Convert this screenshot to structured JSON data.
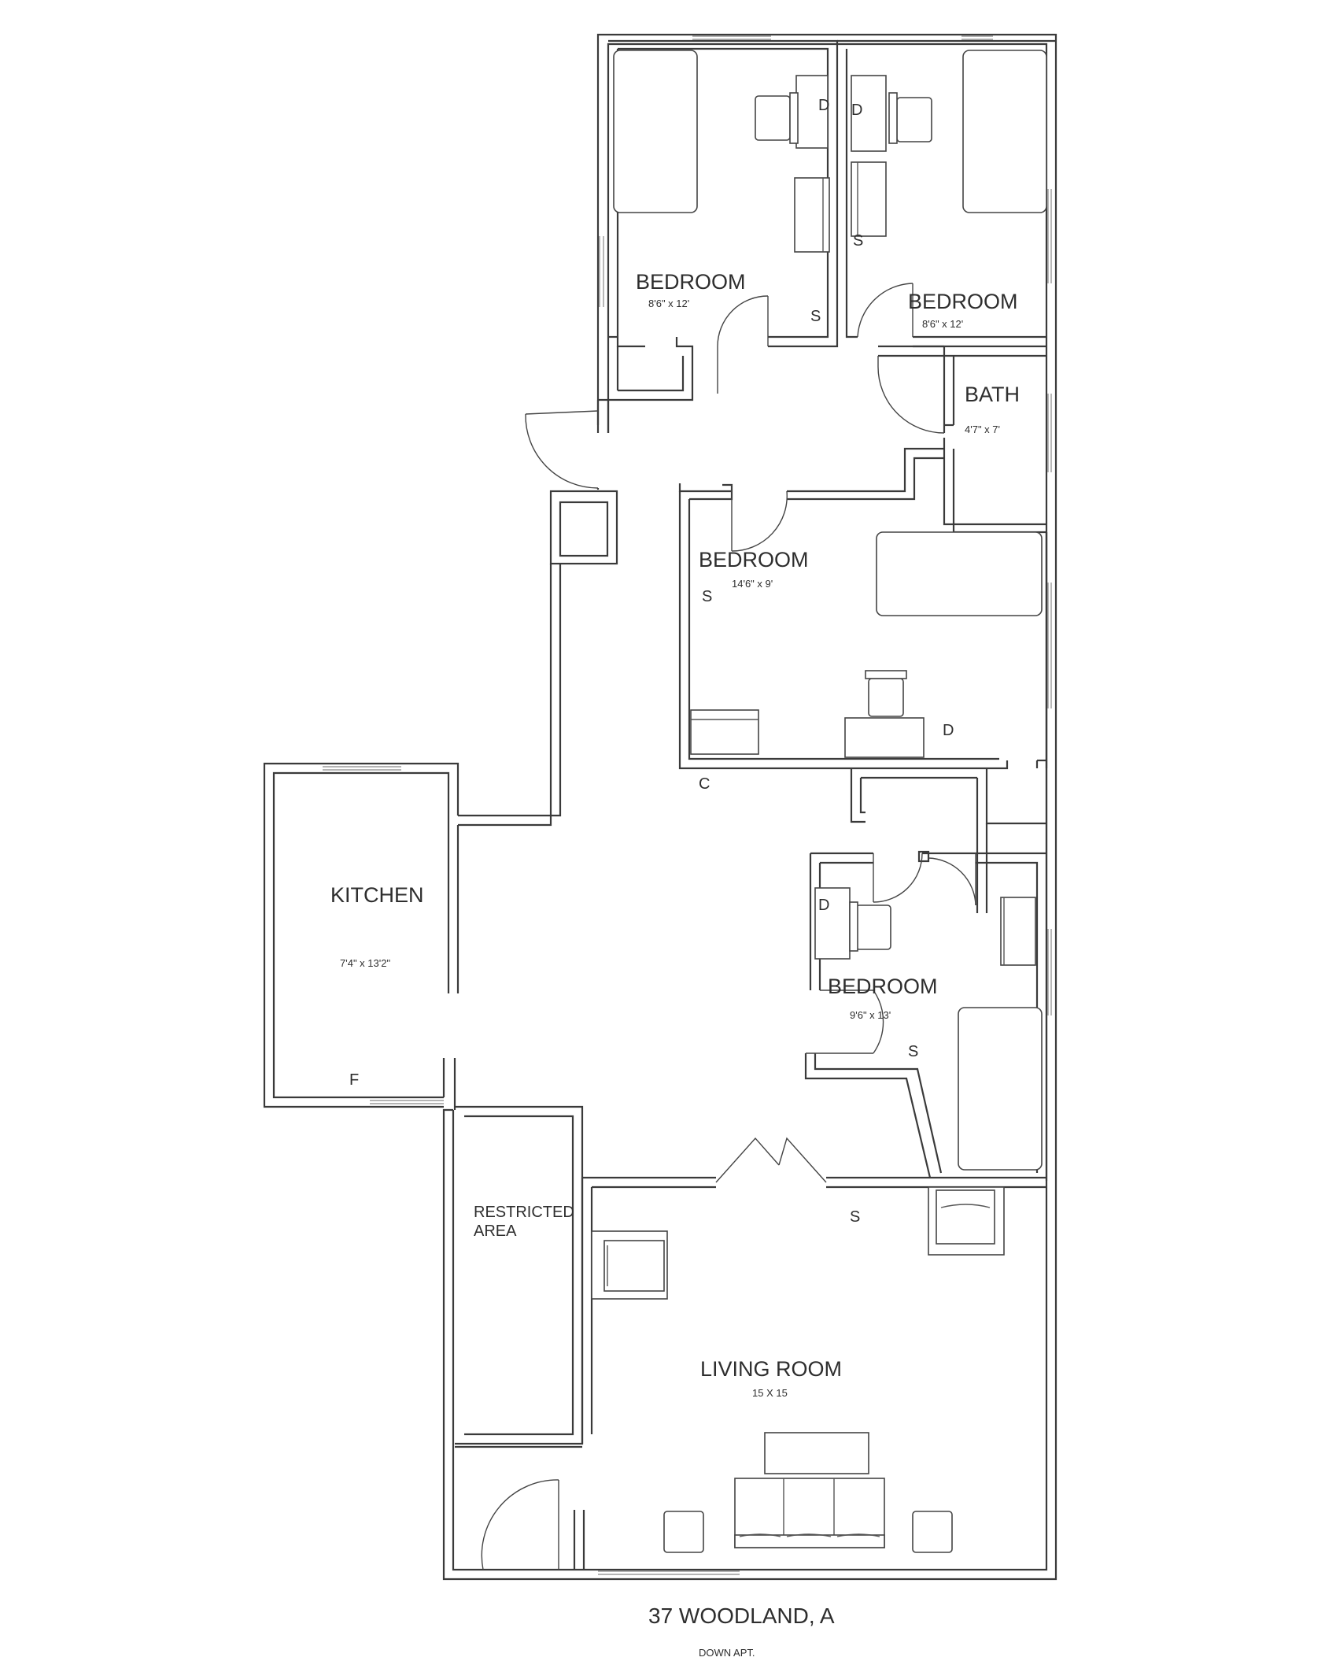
{
  "rooms": {
    "bedroom_nw": {
      "name": "BEDROOM",
      "dim": "8'6\" x 12'"
    },
    "bedroom_ne": {
      "name": "BEDROOM",
      "dim": "8'6\" x 12'"
    },
    "bath": {
      "name": "BATH",
      "dim": "4'7\" x 7'"
    },
    "bedroom_mid": {
      "name": "BEDROOM",
      "dim": "14'6\" x 9'"
    },
    "bedroom_se": {
      "name": "BEDROOM",
      "dim": "9'6\" x 13'"
    },
    "kitchen": {
      "name": "KITCHEN",
      "dim": "7'4\"  x 13'2\""
    },
    "restricted": {
      "line1": "RESTRICTED",
      "line2": "AREA"
    },
    "living": {
      "name": "LIVING ROOM",
      "dim": "15 X 15"
    }
  },
  "markers": {
    "d1": "D",
    "d2": "D",
    "s1": "S",
    "s2": "S",
    "s3": "S",
    "d3": "D",
    "c1": "C",
    "d4": "D",
    "s4": "S",
    "f1": "F",
    "s5": "S"
  },
  "footer": {
    "title": "37 WOODLAND, A",
    "subtitle": "DOWN APT."
  }
}
